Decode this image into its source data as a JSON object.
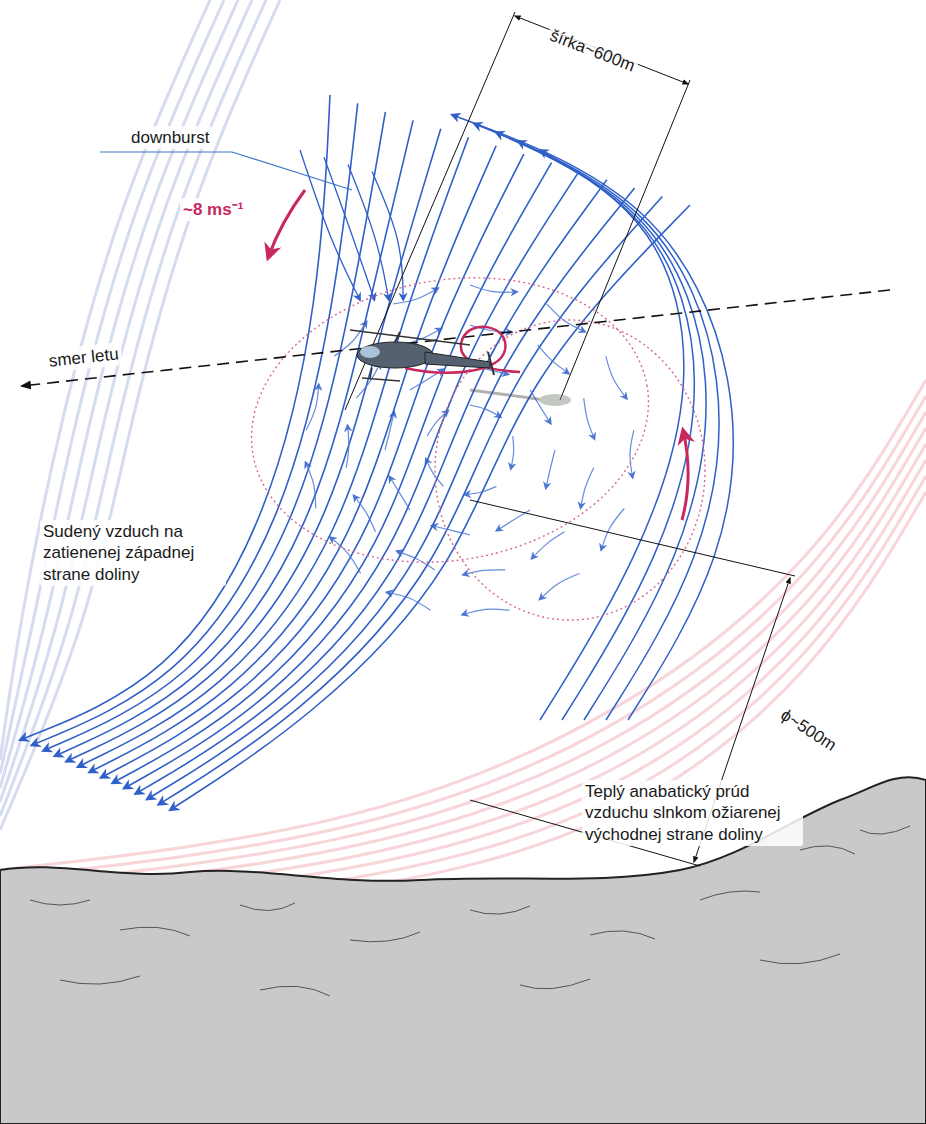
{
  "diagram": {
    "labels": [
      "šírka~600m",
      "downburst",
      "~8 ms⁻¹",
      "smer letu",
      "ϕ~500m",
      "Sudený vzduch na zatienenej západnej strane doliny",
      "Teplý anabatický prúd vzduchu slnkom ožiarenej východnej strane doliny"
    ]
  }
}
